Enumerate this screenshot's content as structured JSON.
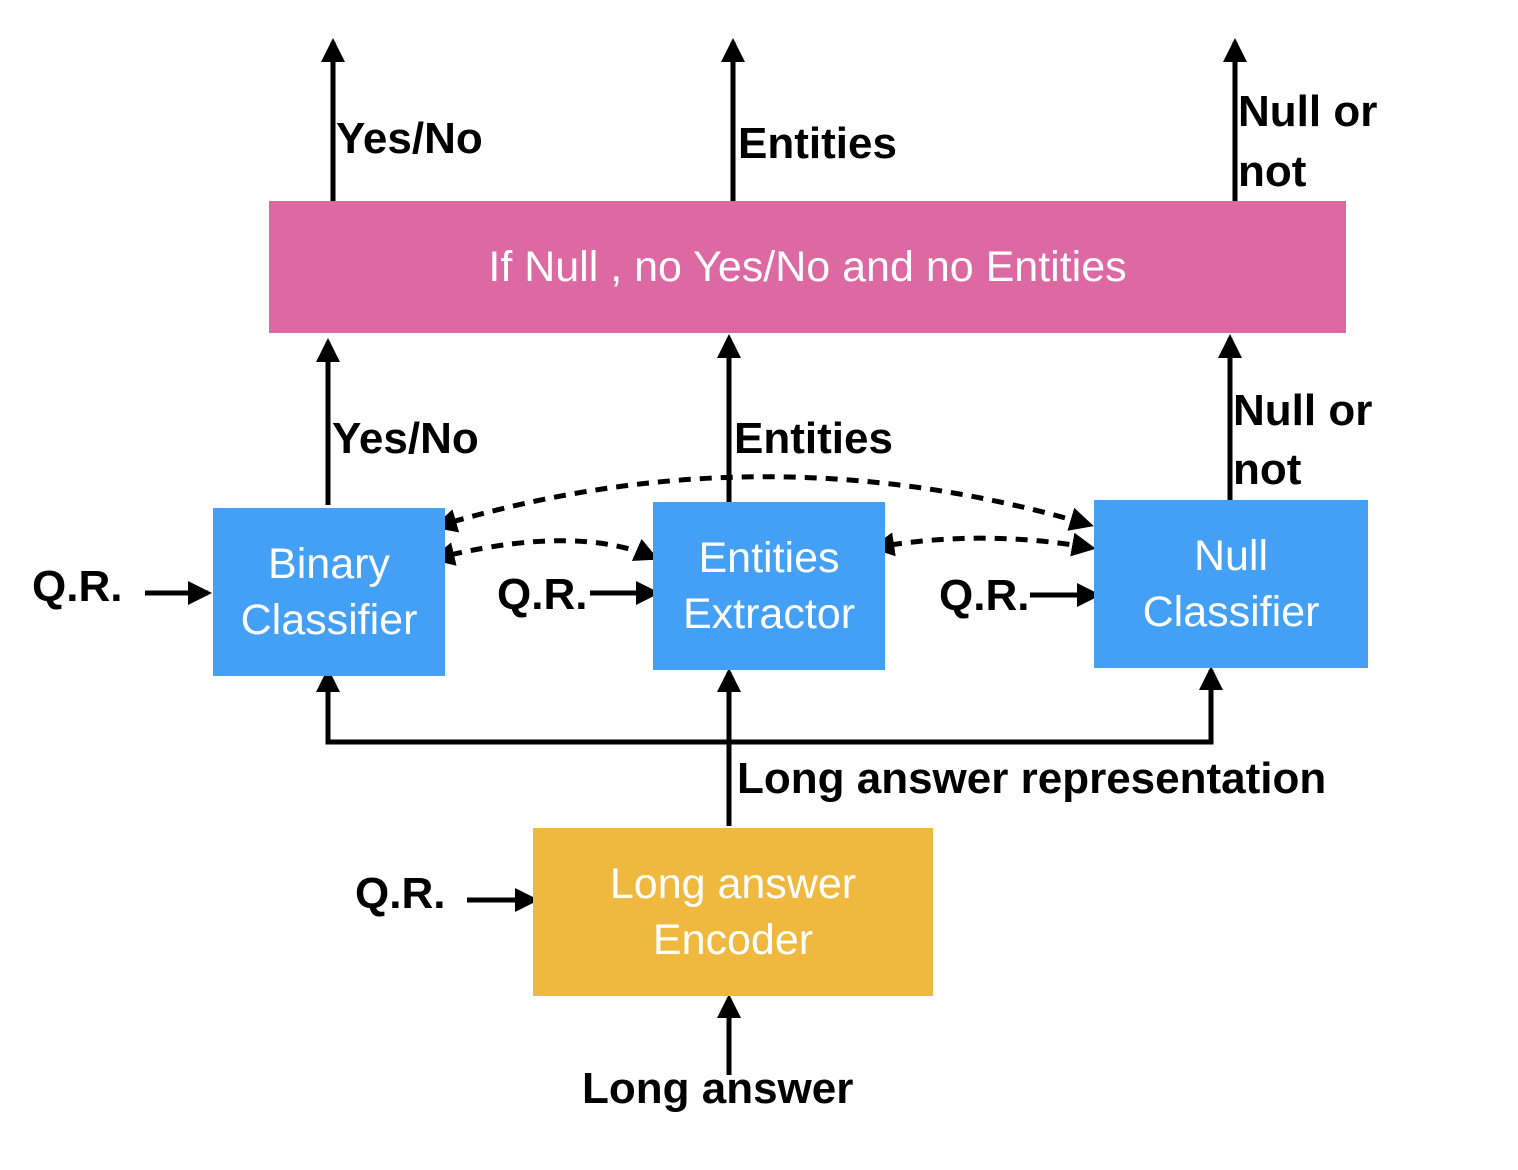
{
  "colors": {
    "gate": "#dd69a3",
    "module": "#43a0f5",
    "encoder": "#efb940",
    "line": "#000000",
    "box_text": "#ffffff"
  },
  "gate_box": {
    "label": "If Null , no Yes/No and no Entities"
  },
  "modules": {
    "binary": {
      "line1": "Binary",
      "line2": "Classifier"
    },
    "entities": {
      "line1": "Entities",
      "line2": "Extractor"
    },
    "null": {
      "line1": "Null",
      "line2": "Classifier"
    }
  },
  "encoder": {
    "line1": "Long answer",
    "line2": "Encoder"
  },
  "labels": {
    "top_yesno": "Yes/No",
    "top_entities": "Entities",
    "top_null_1": "Null or",
    "top_null_2": "not",
    "mid_yesno": "Yes/No",
    "mid_entities": "Entities",
    "mid_null_1": "Null or",
    "mid_null_2": "not",
    "qr_binary": "Q.R.",
    "qr_entities": "Q.R.",
    "qr_null": "Q.R.",
    "qr_encoder": "Q.R.",
    "long_answer_representation": "Long answer representation",
    "long_answer": "Long answer"
  }
}
